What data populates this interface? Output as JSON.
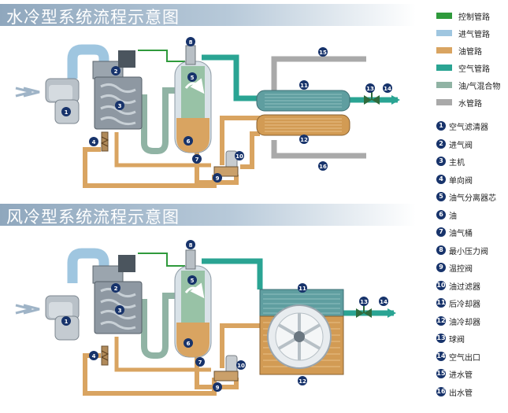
{
  "titles": {
    "water_cooled": "水冷型系统流程示意图",
    "air_cooled": "风冷型系统流程示意图"
  },
  "pipe_legend": [
    {
      "label": "控制管路",
      "color": "#2f9a3c"
    },
    {
      "label": "进气管路",
      "color": "#9fc6e0"
    },
    {
      "label": "油管路",
      "color": "#d9a461"
    },
    {
      "label": "空气管路",
      "color": "#2aa493"
    },
    {
      "label": "油/气混合物",
      "color": "#90b3a4"
    },
    {
      "label": "水管路",
      "color": "#a9a9a9"
    }
  ],
  "parts_legend": [
    {
      "num": "1",
      "label": "空气滤清器"
    },
    {
      "num": "2",
      "label": "进气阀"
    },
    {
      "num": "3",
      "label": "主机"
    },
    {
      "num": "4",
      "label": "单向阀"
    },
    {
      "num": "5",
      "label": "油气分离器芯"
    },
    {
      "num": "6",
      "label": "油"
    },
    {
      "num": "7",
      "label": "油气桶"
    },
    {
      "num": "8",
      "label": "最小压力阀"
    },
    {
      "num": "9",
      "label": "温控阀"
    },
    {
      "num": "10",
      "label": "油过滤器"
    },
    {
      "num": "11",
      "label": "后冷却器"
    },
    {
      "num": "12",
      "label": "油冷却器"
    },
    {
      "num": "13",
      "label": "球阀"
    },
    {
      "num": "14",
      "label": "空气出口"
    },
    {
      "num": "15",
      "label": "进水管"
    },
    {
      "num": "16",
      "label": "出水管"
    }
  ],
  "callout_numbers": {
    "n1": "1",
    "n2": "2",
    "n3": "3",
    "n4": "4",
    "n5": "5",
    "n6": "6",
    "n7": "7",
    "n8": "8",
    "n9": "9",
    "n10": "10",
    "n11": "11",
    "n12": "12",
    "n13": "13",
    "n14": "14",
    "n15": "15",
    "n16": "16"
  }
}
